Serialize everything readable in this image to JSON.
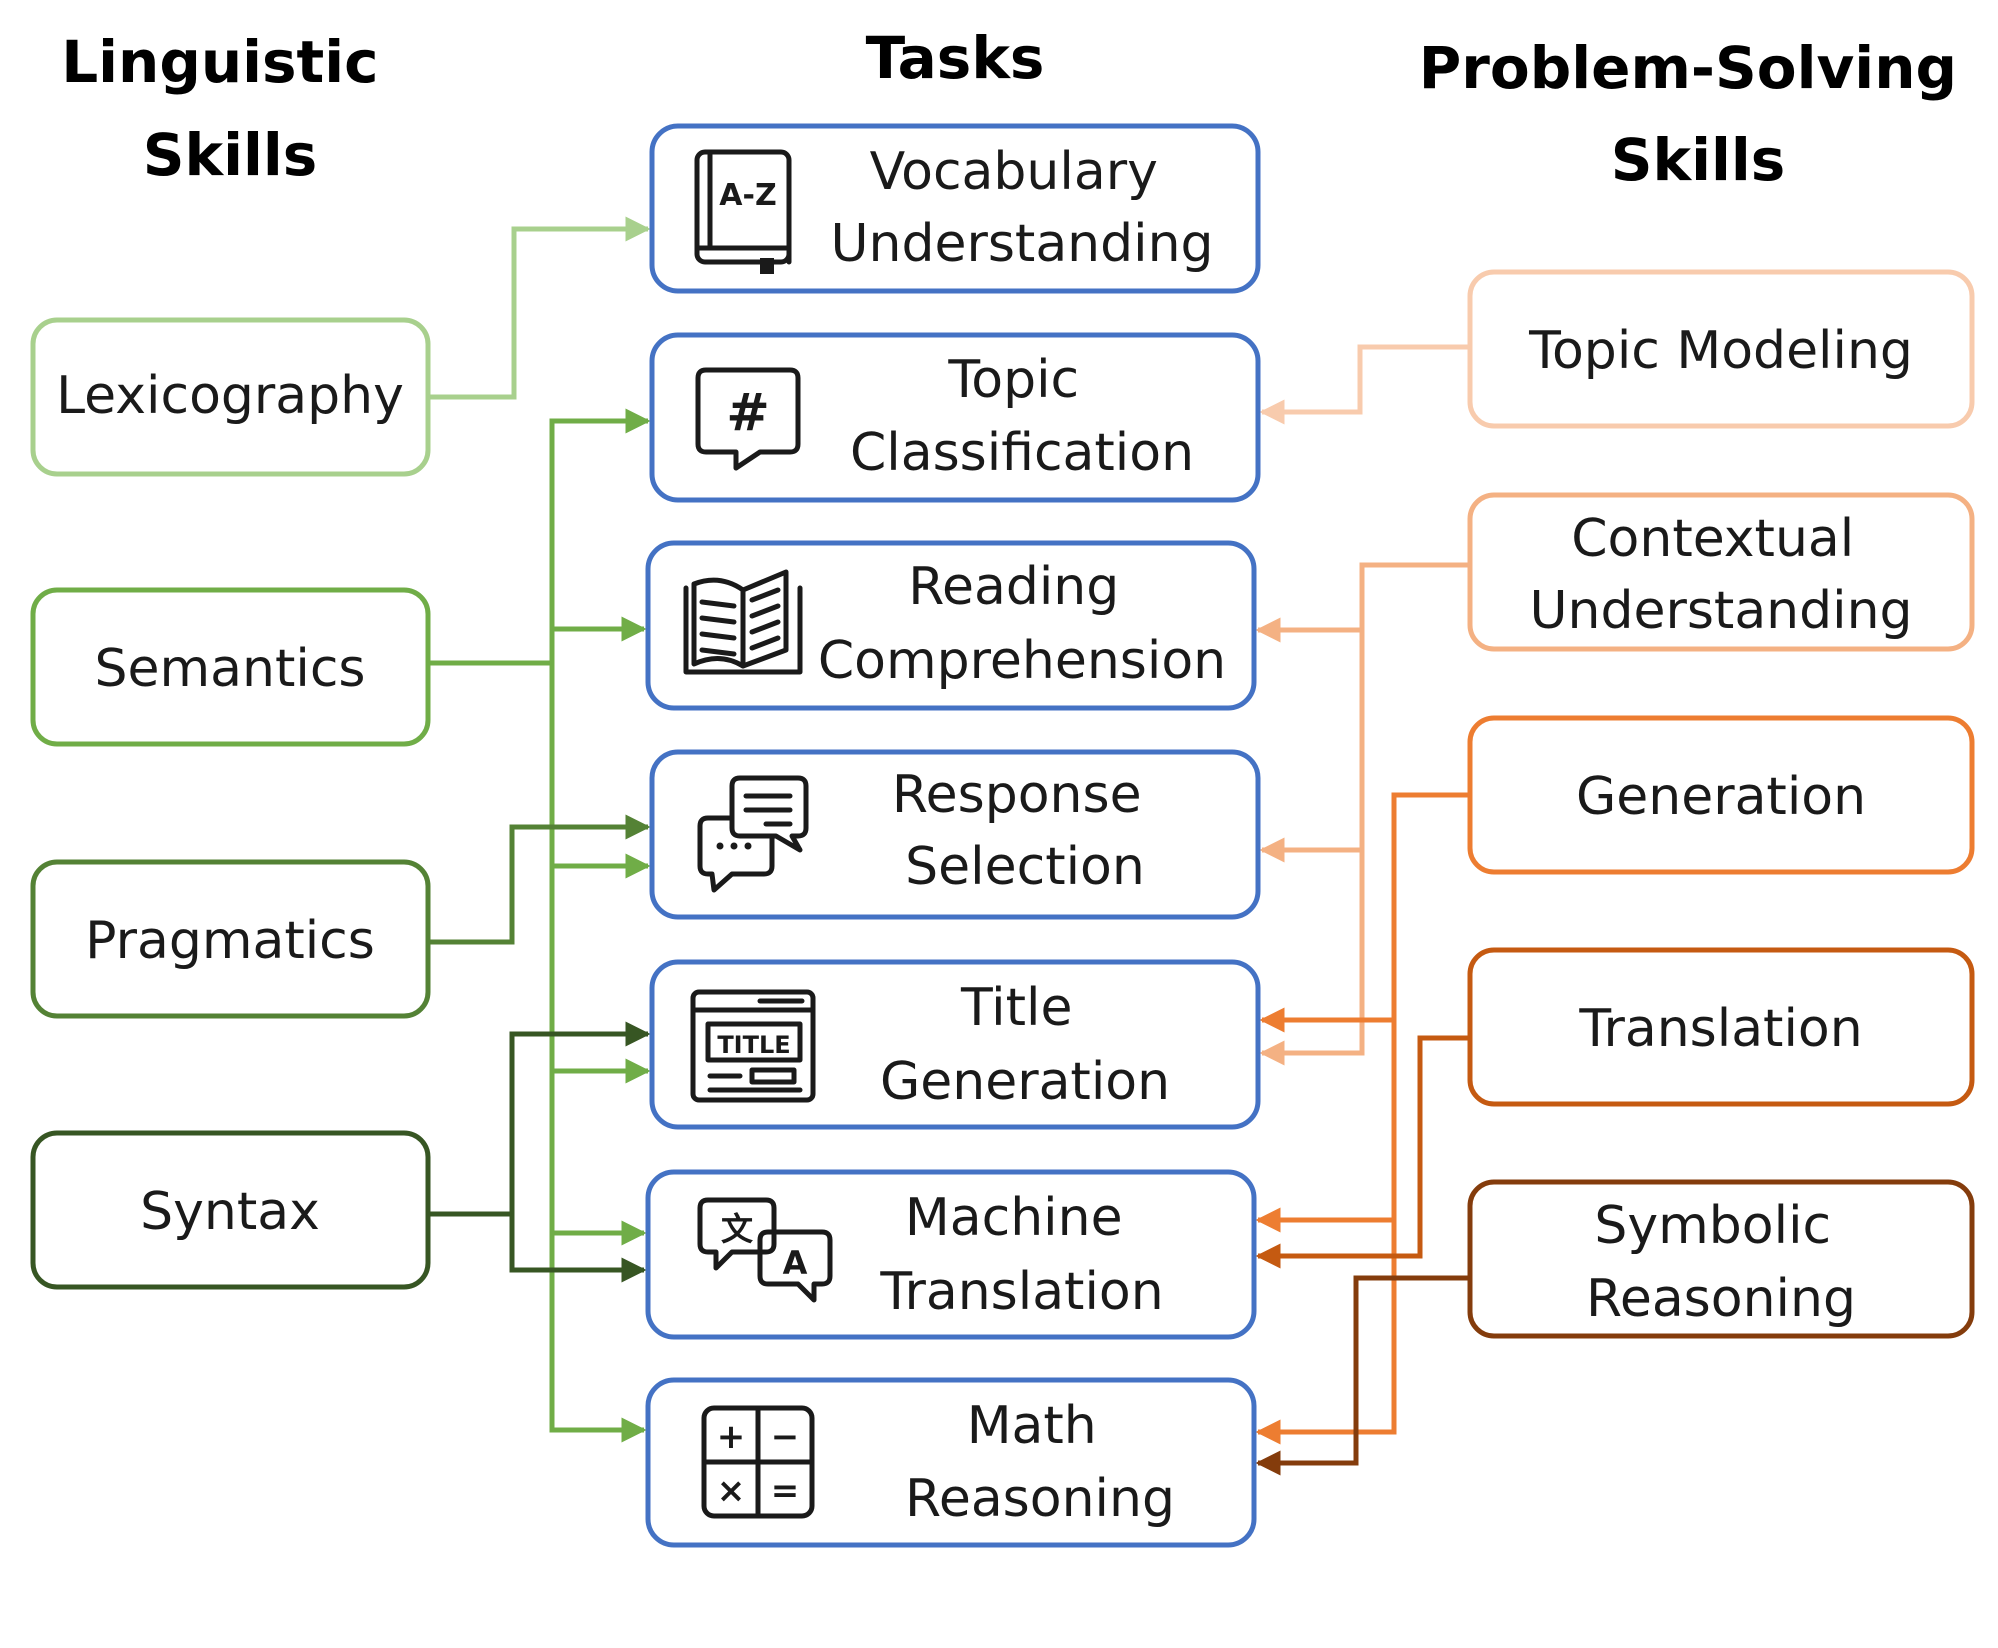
{
  "headers": {
    "linguistic": [
      "Linguistic",
      "Skills"
    ],
    "tasks": [
      "Tasks"
    ],
    "problem_solving": [
      "Problem-Solving",
      "Skills"
    ]
  },
  "linguistic_skills": [
    {
      "id": "lexicography",
      "label": [
        "Lexicography"
      ],
      "color": "#a8d08d"
    },
    {
      "id": "semantics",
      "label": [
        "Semantics"
      ],
      "color": "#70ad47"
    },
    {
      "id": "pragmatics",
      "label": [
        "Pragmatics"
      ],
      "color": "#548235"
    },
    {
      "id": "syntax",
      "label": [
        "Syntax"
      ],
      "color": "#375623"
    }
  ],
  "tasks": [
    {
      "id": "vocab",
      "label": [
        "Vocabulary",
        "Understanding"
      ],
      "icon": "book-az-icon",
      "icon_text": "A-Z"
    },
    {
      "id": "topic",
      "label": [
        "Topic",
        "Classification"
      ],
      "icon": "hashtag-chat-icon",
      "icon_text": "#"
    },
    {
      "id": "reading",
      "label": [
        "Reading",
        "Comprehension"
      ],
      "icon": "open-book-icon"
    },
    {
      "id": "response",
      "label": [
        "Response",
        "Selection"
      ],
      "icon": "chat-bubbles-icon"
    },
    {
      "id": "title",
      "label": [
        "Title",
        "Generation"
      ],
      "icon": "title-window-icon",
      "icon_text": "TITLE"
    },
    {
      "id": "mt",
      "label": [
        "Machine",
        "Translation"
      ],
      "icon": "translate-icon",
      "icon_text": [
        "文",
        "A"
      ]
    },
    {
      "id": "math",
      "label": [
        "Math",
        "Reasoning"
      ],
      "icon": "calculator-icon",
      "icon_text": [
        "+",
        "−",
        "×",
        "="
      ]
    }
  ],
  "problem_solving_skills": [
    {
      "id": "topic_modeling",
      "label": [
        "Topic Modeling"
      ],
      "color": "#f8cbad"
    },
    {
      "id": "contextual",
      "label": [
        "Contextual",
        "Understanding"
      ],
      "color": "#f4b183"
    },
    {
      "id": "generation",
      "label": [
        "Generation"
      ],
      "color": "#ed7d31"
    },
    {
      "id": "translation",
      "label": [
        "Translation"
      ],
      "color": "#c55a11"
    },
    {
      "id": "symbolic",
      "label": [
        "Symbolic",
        "Reasoning"
      ],
      "color": "#843c0c"
    }
  ],
  "task_border_color": "#4472c4",
  "links": [
    {
      "from": "lexicography",
      "to": "vocab"
    },
    {
      "from": "semantics",
      "to": "topic"
    },
    {
      "from": "semantics",
      "to": "reading"
    },
    {
      "from": "semantics",
      "to": "response"
    },
    {
      "from": "semantics",
      "to": "title"
    },
    {
      "from": "semantics",
      "to": "mt"
    },
    {
      "from": "semantics",
      "to": "math"
    },
    {
      "from": "pragmatics",
      "to": "response"
    },
    {
      "from": "syntax",
      "to": "title"
    },
    {
      "from": "syntax",
      "to": "mt"
    },
    {
      "from": "topic_modeling",
      "to": "topic"
    },
    {
      "from": "contextual",
      "to": "reading"
    },
    {
      "from": "contextual",
      "to": "response"
    },
    {
      "from": "contextual",
      "to": "title"
    },
    {
      "from": "generation",
      "to": "title"
    },
    {
      "from": "generation",
      "to": "mt"
    },
    {
      "from": "generation",
      "to": "math"
    },
    {
      "from": "translation",
      "to": "mt"
    },
    {
      "from": "symbolic",
      "to": "math"
    }
  ]
}
